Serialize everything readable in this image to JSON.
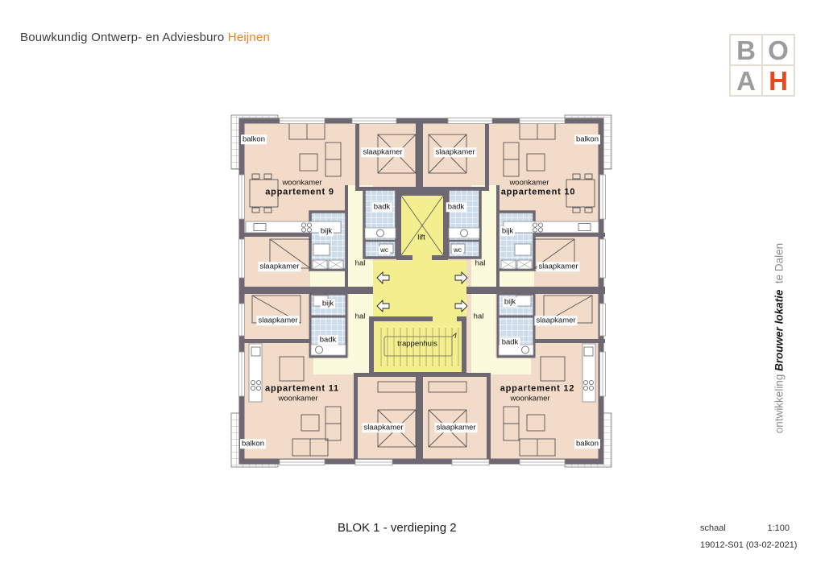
{
  "header": {
    "company": "Bouwkundig Ontwerp- en Adviesburo",
    "company_accent": "Heijnen"
  },
  "logo": {
    "letters": [
      "B",
      "O",
      "A",
      "H"
    ]
  },
  "side_note": {
    "prefix": "ontwikkeling",
    "project": "Brouwer lokatie",
    "suffix": "te Dalen"
  },
  "plan": {
    "labels": {
      "balkon": "balkon",
      "slaapkamer": "slaapkamer",
      "woonkamer": "woonkamer",
      "badk": "badk",
      "bijk": "bijk",
      "wc": "wc",
      "hal": "hal",
      "lift": "lift",
      "trappenhuis": "trappenhuis",
      "apt9": "appartement 9",
      "apt10": "appartement 10",
      "apt11": "appartement 11",
      "apt12": "appartement 12"
    }
  },
  "footer": {
    "title": "BLOK 1 - verdieping 2",
    "scale_label": "schaal",
    "scale_value": "1:100",
    "doc_ref": "19012-S01 (03-02-2021)"
  },
  "colors": {
    "accent_orange": "#e8821e",
    "logo_h_orange": "#e8481c",
    "logo_gray": "#9c9ca0",
    "wall": "#6e6873",
    "room_fill": "#f3dbca",
    "hall_fill": "#fbfadc",
    "core_fill": "#f3ee8e",
    "tile_fill": "#cddcea"
  }
}
